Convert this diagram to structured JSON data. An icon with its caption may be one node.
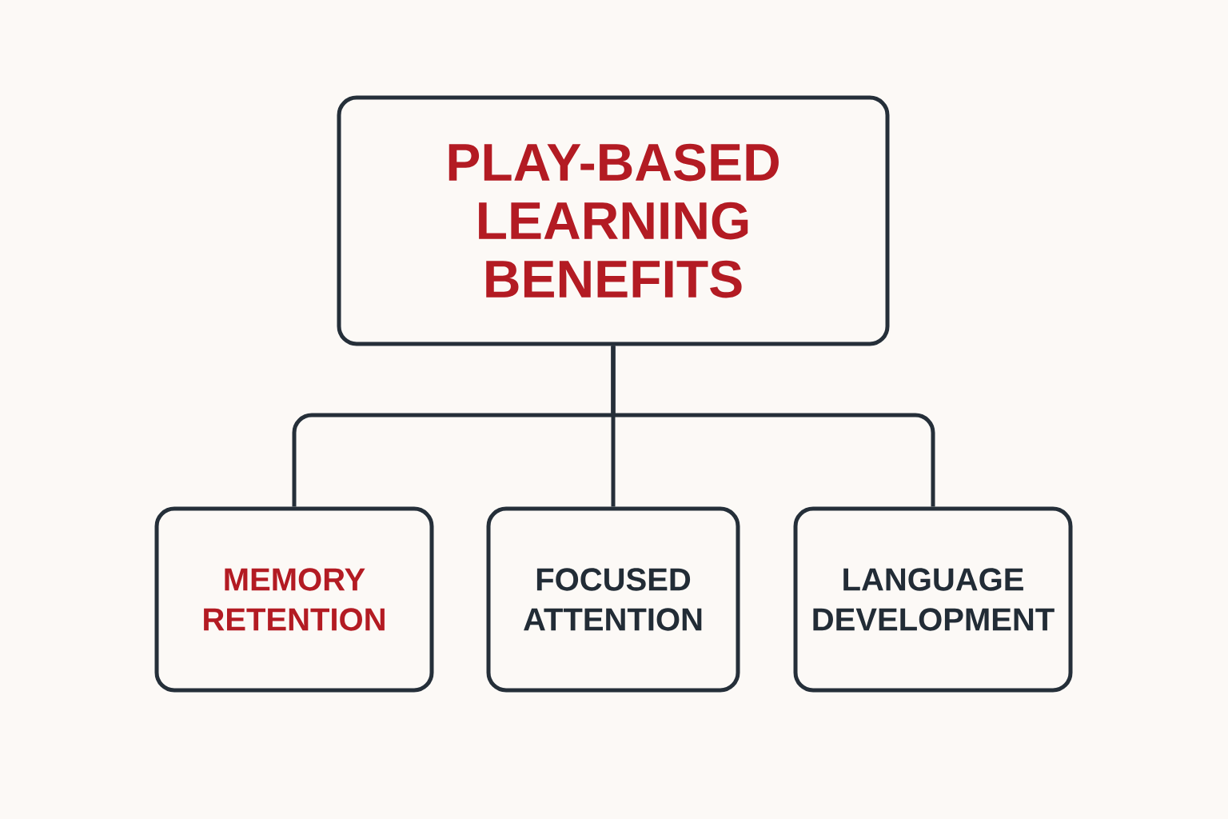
{
  "diagram": {
    "nodes": [
      {
        "text": [
          "PLAY-BASED LEARNING BENEFITS"
        ]
      },
      {
        "text": [
          "MEMORY RETENTION"
        ]
      },
      {
        "text": [
          "FOCUSED ATTENTION"
        ]
      },
      {
        "text": [
          "LANGUAGE DEVELOPMENT"
        ]
      }
    ],
    "edges": [
      {
        "from": 0,
        "to": 1,
        "arrow": "none"
      },
      {
        "from": 0,
        "to": 2,
        "arrow": "none"
      },
      {
        "from": 0,
        "to": 3,
        "arrow": "none"
      }
    ]
  }
}
